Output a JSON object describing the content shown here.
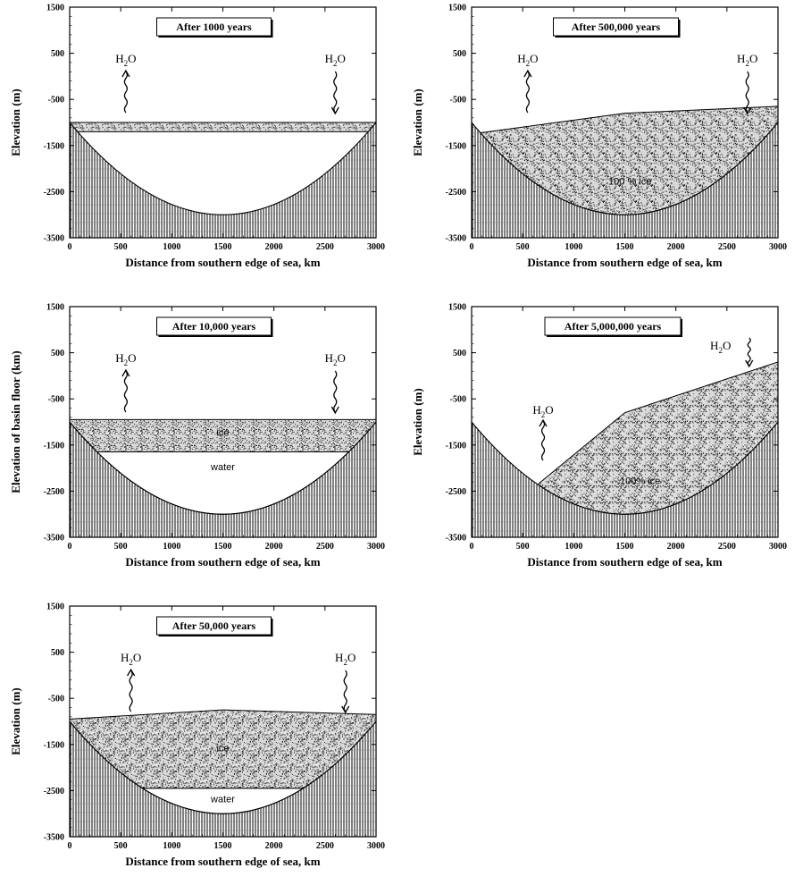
{
  "common": {
    "x_axis_title": "Distance from southern edge of sea, km",
    "x_ticks": [
      "0",
      "500",
      "1000",
      "1500",
      "2000",
      "2500",
      "3000"
    ],
    "y_ticks": [
      "1500",
      "500",
      "-500",
      "-1500",
      "-2500",
      "-3500"
    ],
    "h2o": {
      "main": "H",
      "sub": "2",
      "end": "O"
    }
  },
  "panels": [
    {
      "id": "p1000",
      "caption": "After 1000 years",
      "y_axis_title": "Elevation (m)",
      "arrows": [
        {
          "x_km": 550,
          "direction": "up"
        },
        {
          "x_km": 2600,
          "direction": "down"
        }
      ],
      "layers": [
        {
          "material": "ice",
          "label": "",
          "top_m": -1000,
          "bottom_m": -1200
        }
      ]
    },
    {
      "id": "p500000",
      "caption": "After 500,000 years",
      "y_axis_title": "Elevation (m)",
      "arrows": [
        {
          "x_km": 550,
          "direction": "up"
        },
        {
          "x_km": 2700,
          "direction": "down"
        }
      ],
      "layers": [
        {
          "material": "ice",
          "label": "100 % ice",
          "surface_m": [
            [
              0,
              -1250
            ],
            [
              1500,
              -800
            ],
            [
              3000,
              -650
            ]
          ]
        }
      ]
    },
    {
      "id": "p10000",
      "caption": "After 10,000 years",
      "y_axis_title": "Elevation of basin floor (km)",
      "arrows": [
        {
          "x_km": 550,
          "direction": "up"
        },
        {
          "x_km": 2600,
          "direction": "down"
        }
      ],
      "layers": [
        {
          "material": "ice",
          "label": "ice",
          "top_m": -950,
          "bottom_m": -1650
        },
        {
          "material": "water",
          "label": "water",
          "top_m": -1650
        }
      ]
    },
    {
      "id": "p5000000",
      "caption": "After 5,000,000 years",
      "y_axis_title": "Elevation (m)",
      "arrows": [
        {
          "x_km": 700,
          "direction": "up"
        },
        {
          "x_km": 2700,
          "direction": "down"
        }
      ],
      "layers": [
        {
          "material": "ice",
          "label": "100% ice",
          "surface_m": [
            [
              650,
              -2350
            ],
            [
              1500,
              -800
            ],
            [
              3000,
              300
            ]
          ]
        }
      ]
    },
    {
      "id": "p50000",
      "caption": "After 50,000 years",
      "y_axis_title": "Elevation (m)",
      "arrows": [
        {
          "x_km": 600,
          "direction": "up"
        },
        {
          "x_km": 2700,
          "direction": "down"
        }
      ],
      "layers": [
        {
          "material": "ice",
          "label": "ice",
          "surface_m": [
            [
              0,
              -950
            ],
            [
              1500,
              -750
            ],
            [
              3000,
              -850
            ]
          ],
          "bottom_m": -2450
        },
        {
          "material": "water",
          "label": "water",
          "top_m": -2450
        }
      ]
    }
  ],
  "basin": {
    "floor_profile_m": [
      [
        0,
        -1000
      ],
      [
        1500,
        -3000
      ],
      [
        3000,
        -1000
      ]
    ],
    "xlim": [
      0,
      3000
    ],
    "ylim": [
      -3500,
      1500
    ]
  }
}
